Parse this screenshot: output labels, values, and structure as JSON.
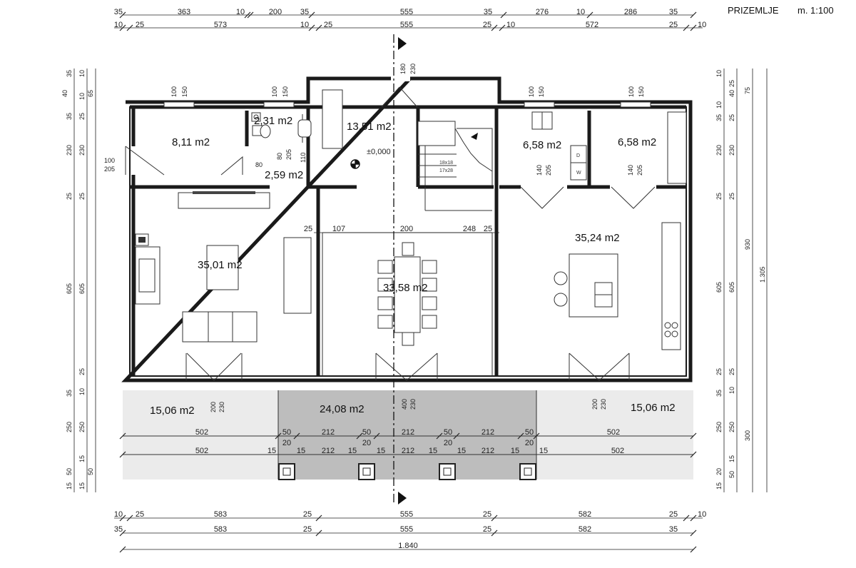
{
  "title": {
    "text": "PRIZEMLJE",
    "scale": "m. 1:100"
  },
  "rooms": [
    {
      "id": "bath-1",
      "area": "8,11 m2"
    },
    {
      "id": "wc",
      "area": "2,31 m2"
    },
    {
      "id": "corridor",
      "area": "2,59 m2"
    },
    {
      "id": "hall",
      "area": "13,51 m2"
    },
    {
      "id": "storage-1",
      "area": "6,58 m2"
    },
    {
      "id": "storage-2",
      "area": "6,58 m2"
    },
    {
      "id": "living",
      "area": "35,01 m2"
    },
    {
      "id": "dining",
      "area": "33,58 m2"
    },
    {
      "id": "kitchen",
      "area": "35,24 m2"
    },
    {
      "id": "terrace-left",
      "area": "15,06 m2"
    },
    {
      "id": "terrace-center",
      "area": "24,08 m2"
    },
    {
      "id": "terrace-right",
      "area": "15,06 m2"
    }
  ],
  "labels": {
    "level": "±0,000",
    "stairs_a": "18x18",
    "stairs_b": "17x28",
    "d": "D",
    "w": "W",
    "total_width": "1.840",
    "total_height": "1.305",
    "h930": "930",
    "h300": "300"
  },
  "dims": {
    "top_row1": [
      "363",
      "10",
      "200",
      "35",
      "555",
      "35",
      "276",
      "10",
      "286",
      "35"
    ],
    "top_row2": [
      "10",
      "25",
      "573",
      "10",
      "25",
      "555",
      "25",
      "10",
      "572",
      "25",
      "10"
    ],
    "inner": [
      "25",
      "107",
      "200",
      "248",
      "25"
    ],
    "terrace_row1": [
      "502",
      "50",
      "212",
      "50",
      "212",
      "50",
      "212",
      "50",
      "502"
    ],
    "terrace_row2": [
      "20",
      "20",
      "20",
      "20"
    ],
    "terrace_row3": [
      "502",
      "15",
      "15",
      "212",
      "15",
      "15",
      "212",
      "15",
      "15",
      "212",
      "15",
      "15",
      "502"
    ],
    "bottom_row1": [
      "10",
      "25",
      "583",
      "25",
      "555",
      "25",
      "582",
      "25",
      "10"
    ],
    "bottom_row2": [
      "35",
      "583",
      "25",
      "555",
      "25",
      "582",
      "35"
    ],
    "left": [
      "35",
      "10",
      "40",
      "65",
      "10",
      "35",
      "25",
      "230",
      "25",
      "605",
      "25",
      "35",
      "10",
      "250",
      "15",
      "50",
      "15"
    ],
    "left_inner": [
      "35",
      "25",
      "230",
      "25",
      "605",
      "25",
      "10",
      "250",
      "15",
      "50",
      "15"
    ],
    "right": [
      "10",
      "25",
      "40",
      "75",
      "10",
      "35",
      "25",
      "230",
      "25",
      "605",
      "25",
      "35",
      "10",
      "250",
      "15",
      "20",
      "50",
      "15"
    ],
    "openings": [
      "100",
      "150",
      "100",
      "150",
      "180",
      "230",
      "100",
      "150",
      "100",
      "150",
      "100",
      "205",
      "80",
      "205",
      "80",
      "110",
      "140",
      "205",
      "140",
      "205",
      "200",
      "230",
      "400",
      "230",
      "200",
      "230"
    ]
  }
}
